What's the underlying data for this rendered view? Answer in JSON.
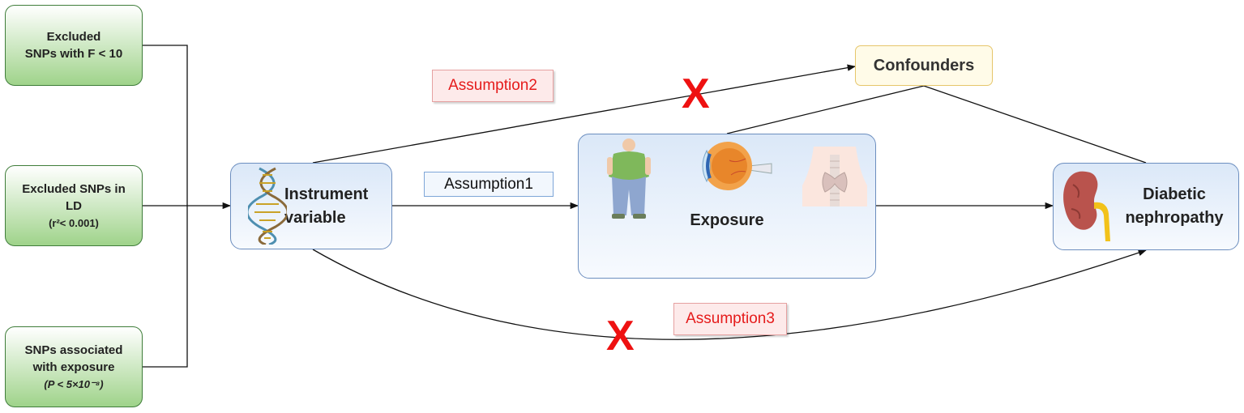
{
  "filters": [
    {
      "line1": "Excluded",
      "line2": "SNPs with F < 10",
      "line3": ""
    },
    {
      "line1": "Excluded SNPs in",
      "line2": "LD",
      "line3": "(r²< 0.001)"
    },
    {
      "line1": "SNPs associated",
      "line2": "with exposure",
      "line3": "(P < 5×10⁻⁸)"
    }
  ],
  "instrument": {
    "line1": "Instrument",
    "line2": "variable",
    "icon": "dna-icon"
  },
  "exposure": {
    "label": "Exposure",
    "icons": [
      "obese-person-icon",
      "eye-icon",
      "thyroid-icon"
    ]
  },
  "outcome": {
    "line1": "Diabetic",
    "line2": "nephropathy",
    "icon": "kidney-icon"
  },
  "confounders": {
    "label": "Confounders"
  },
  "assumptions": {
    "a1": "Assumption1",
    "a2": "Assumption2",
    "a3": "Assumption3"
  },
  "violation_mark": "X",
  "colors": {
    "filter_fill": "#9fd38a",
    "node_border": "#6c8ebf",
    "assumption_red": "#e51b1b",
    "cross": "#ee1111",
    "confounder_border": "#e6c66b"
  }
}
